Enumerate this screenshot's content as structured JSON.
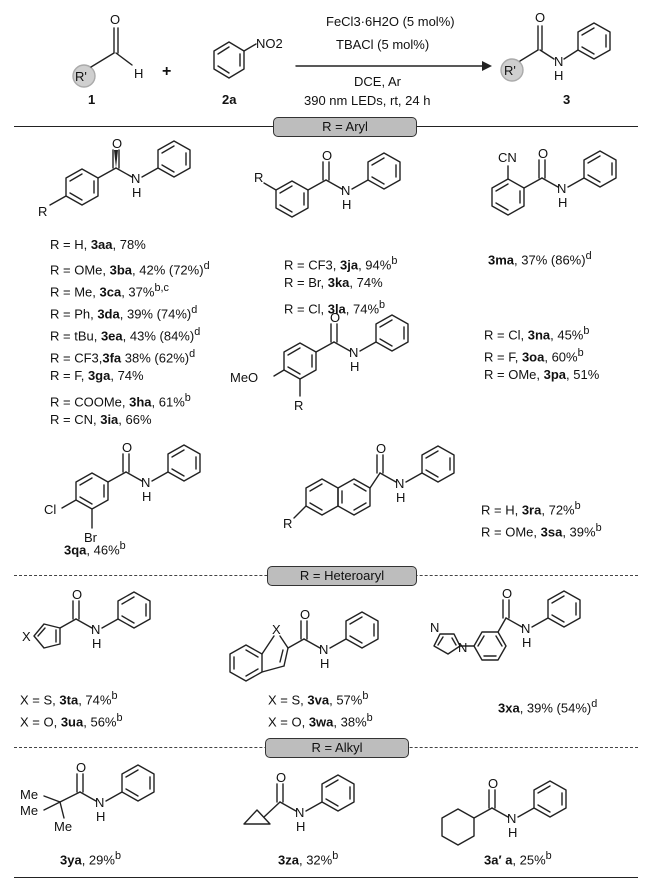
{
  "scheme": {
    "reactant1": {
      "label": "1",
      "aldehyde_o": "O",
      "aldehyde_h": "H",
      "r_group": "R'"
    },
    "plus": "+",
    "reactant2": {
      "label": "2a",
      "substituent": "NO2"
    },
    "conditions_above": [
      "FeCl3·6H2O (5 mol%)",
      "TBACl (5 mol%)"
    ],
    "conditions_below": [
      "DCE, Ar",
      "390 nm LEDs, rt, 24 h"
    ],
    "product": {
      "label": "3",
      "o": "O",
      "nh": "N",
      "h": "H",
      "r_group": "R'"
    }
  },
  "sections": {
    "aryl": "R = Aryl",
    "heteroaryl": "R = Heteroaryl",
    "alkyl": "R = Alkyl"
  },
  "aryl": {
    "para_list": [
      {
        "r": "R = H, ",
        "id": "3aa",
        "y": ", 78%"
      },
      {
        "r": "R = OMe, ",
        "id": "3ba",
        "y": ", 42% (72%)",
        "sup": "d"
      },
      {
        "r": "R = Me, ",
        "id": "3ca",
        "y": ", 37%",
        "sup": "b,c"
      },
      {
        "r": "R = Ph, ",
        "id": "3da",
        "y": ", 39% (74%)",
        "sup": "d"
      },
      {
        "r": "R = tBu, ",
        "id": "3ea",
        "y": ", 43% (84%)",
        "sup": "d"
      },
      {
        "r": "R = CF3,",
        "id": "3fa",
        "y": " 38% (62%)",
        "sup": "d"
      },
      {
        "r": "R = F, ",
        "id": "3ga",
        "y": ", 74%"
      },
      {
        "r": "R = COOMe, ",
        "id": "3ha",
        "y": ", 61%",
        "sup": "b"
      },
      {
        "r": "R = CN, ",
        "id": "3ia",
        "y": ", 66%"
      }
    ],
    "meta_list": [
      {
        "r": "R = CF3, ",
        "id": "3ja",
        "y": ", 94%",
        "sup": "b"
      },
      {
        "r": "R = Br, ",
        "id": "3ka",
        "y": ", 74%"
      },
      {
        "r": "R = Cl, ",
        "id": "3la",
        "y": ", 74%",
        "sup": "b"
      }
    ],
    "ortho_cn": {
      "id": "3ma",
      "y": ", 37% (86%)",
      "sup": "d",
      "sub": "CN"
    },
    "meo_list": [
      {
        "r": "R = Cl, ",
        "id": "3na",
        "y": ", 45%",
        "sup": "b"
      },
      {
        "r": "R = F, ",
        "id": "3oa",
        "y": ", 60%",
        "sup": "b"
      },
      {
        "r": "R = OMe, ",
        "id": "3pa",
        "y": ", 51%"
      }
    ],
    "clbr": {
      "id": "3qa",
      "y": ", 46%",
      "sup": "b",
      "cl": "Cl",
      "br": "Br"
    },
    "naph_list": [
      {
        "r": "R = H, ",
        "id": "3ra",
        "y": ", 72%",
        "sup": "b"
      },
      {
        "r": "R = OMe, ",
        "id": "3sa",
        "y": ", 39%",
        "sup": "b"
      }
    ]
  },
  "hetero": {
    "thio": [
      {
        "r": "X = S, ",
        "id": "3ta",
        "y": ", 74%",
        "sup": "b"
      },
      {
        "r": "X = O, ",
        "id": "3ua",
        "y": ", 56%",
        "sup": "b"
      }
    ],
    "benzo": [
      {
        "r": "X = S, ",
        "id": "3va",
        "y": ", 57%",
        "sup": "b"
      },
      {
        "r": "X = O, ",
        "id": "3wa",
        "y": ", 38%",
        "sup": "b"
      }
    ],
    "pyrazole": {
      "id": "3xa",
      "y": ", 39% (54%)",
      "sup": "d"
    }
  },
  "alkyl": {
    "tbu": {
      "id": "3ya",
      "y": ", 29%",
      "sup": "b",
      "me": "Me"
    },
    "cpr": {
      "id": "3za",
      "y": ", 32%",
      "sup": "b"
    },
    "chx": {
      "id": "3a′ a",
      "y": ", 25%",
      "sup": "b"
    }
  }
}
